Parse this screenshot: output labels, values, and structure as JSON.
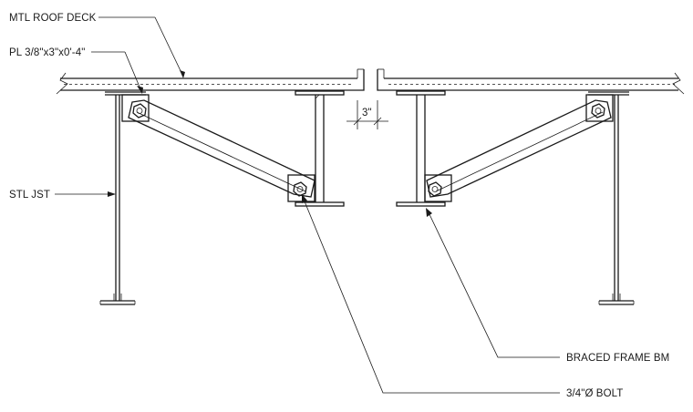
{
  "labels": {
    "roof_deck": "MTL ROOF DECK",
    "plate": "PL 3/8\"x3\"x0'-4\"",
    "joist": "STL JST",
    "gap": "3\"",
    "braced_beam": "BRACED FRAME BM",
    "bolt": "3/4\"Ø BOLT"
  },
  "colors": {
    "line": "#1a1a1a",
    "background": "#ffffff"
  }
}
